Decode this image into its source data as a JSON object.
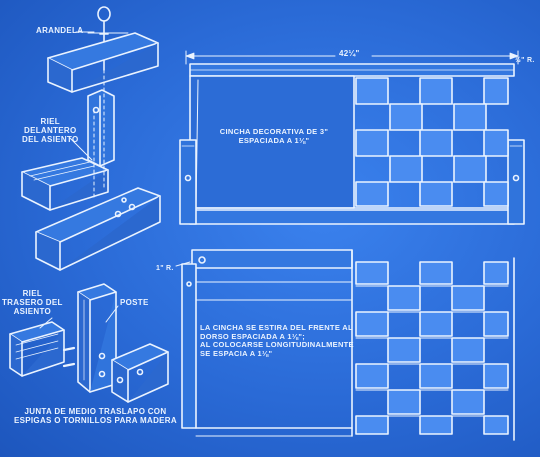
{
  "labels": {
    "arandela": "ARANDELA",
    "riel_delantero": [
      "RIEL",
      "DELANTERO",
      "DEL ASIENTO"
    ],
    "riel_trasero": [
      "RIEL",
      "TRASERO DEL",
      "ASIENTO"
    ],
    "poste": "POSTE",
    "junta": [
      "JUNTA DE MEDIO TRASLAPO CON",
      "ESPIGAS O TORNILLOS PARA MADERA"
    ],
    "dim_width": "42¼\"",
    "dim_half_r": "½\" R.",
    "dim_one_r": "1\" R.",
    "cincha_decorativa": [
      "CINCHA DECORATIVA DE 3\"",
      "ESPACIADA A 1⅛\""
    ],
    "cincha_estira": [
      "LA CINCHA SE ESTIRA DEL FRENTE AL",
      "DORSO ESPACIADA A 1⅛\";",
      "AL COLOCARSE LONGITUDINALMENTE",
      "SE ESPACIA A 1⅛\""
    ]
  },
  "colors": {
    "background": "#2a6ad6",
    "line": "#eaf3ff",
    "webbing": "#4a8cf0"
  }
}
